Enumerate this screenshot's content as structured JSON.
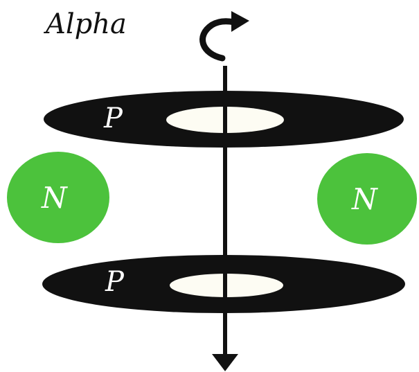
{
  "title": "Alpha",
  "proton_label_top": "P",
  "proton_label_bottom": "P",
  "neutron_label_left": "N",
  "neutron_label_right": "N",
  "colors": {
    "proton_disk": "#111111",
    "proton_hole": "#fdfcf3",
    "neutron": "#4cc23c",
    "axis": "#111111",
    "label_on_dark": "#ffffff",
    "title": "#111111"
  }
}
